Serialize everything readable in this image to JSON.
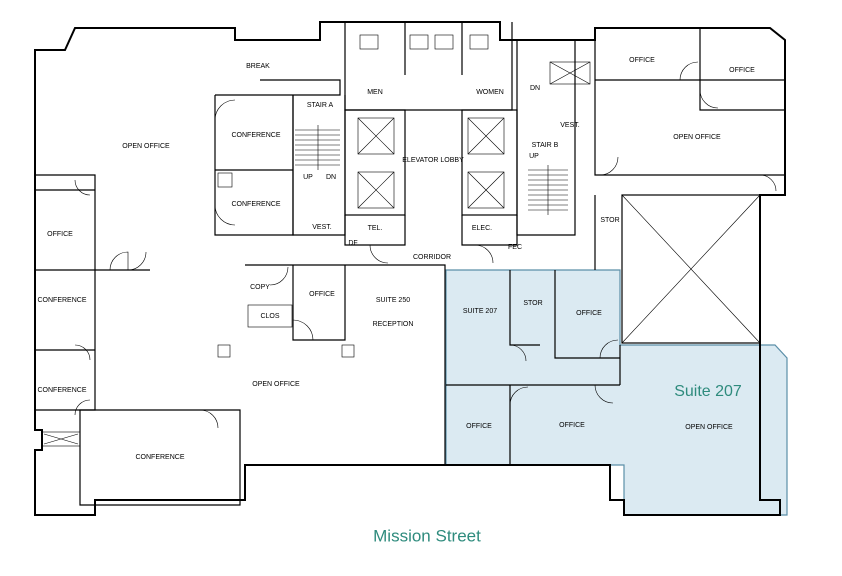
{
  "colors": {
    "suite_highlight": "#dbeaf2",
    "suite_outline": "#5b8fa8",
    "accent_text": "#2e8b7d",
    "walls": "#000000"
  },
  "highlighted_suite": "Suite 207",
  "street_label": "Mission Street",
  "rooms": {
    "break": "BREAK",
    "stair_a": "STAIR A",
    "men": "MEN",
    "women": "WOMEN",
    "office_top1": "OFFICE",
    "office_top2": "OFFICE",
    "open_office_nw": "OPEN OFFICE",
    "conference_1": "CONFERENCE",
    "conference_2": "CONFERENCE",
    "elevator_lobby": "ELEVATOR LOBBY",
    "vest_e": "VEST.",
    "stair_b": "STAIR B",
    "open_office_ne": "OPEN OFFICE",
    "office_w": "OFFICE",
    "up_a": "UP",
    "dn_a": "DN",
    "up_b": "UP",
    "dn_b": "DN",
    "vest_w": "VEST.",
    "df": "DF",
    "tel": "TEL.",
    "elec": "ELEC.",
    "fec": "FEC",
    "corridor": "CORRIDOR",
    "stor_e": "STOR",
    "conference_w1": "CONFERENCE",
    "copy": "COPY",
    "office_mid": "OFFICE",
    "suite_250": "SUITE 250",
    "reception": "RECEPTION",
    "clos": "CLOS",
    "suite_207_small": "SUITE 207",
    "stor_207": "STOR",
    "office_207a": "OFFICE",
    "conference_w2": "CONFERENCE",
    "open_office_s": "OPEN OFFICE",
    "office_207b": "OFFICE",
    "office_207c": "OFFICE",
    "open_office_207": "OPEN OFFICE",
    "conference_sw": "CONFERENCE"
  }
}
